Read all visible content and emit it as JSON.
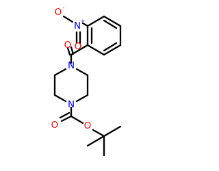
{
  "structure": {
    "atoms": {
      "nitro_o_minus": {
        "symbol": "O",
        "charge": "-",
        "color": "#ff0000"
      },
      "nitro_n": {
        "symbol": "N",
        "charge": "+",
        "color": "#0000ff"
      },
      "nitro_o_double": {
        "symbol": "O",
        "color": "#ff0000"
      },
      "carbonyl_o": {
        "symbol": "O",
        "color": "#ff0000"
      },
      "piperazine_n_top": {
        "symbol": "N",
        "color": "#0000ff"
      },
      "piperazine_n_bottom": {
        "symbol": "N",
        "color": "#0000ff"
      },
      "ester_o_double": {
        "symbol": "O",
        "color": "#ff0000"
      },
      "ester_o_single": {
        "symbol": "O",
        "color": "#ff0000"
      }
    },
    "bond_color": "#000000"
  }
}
